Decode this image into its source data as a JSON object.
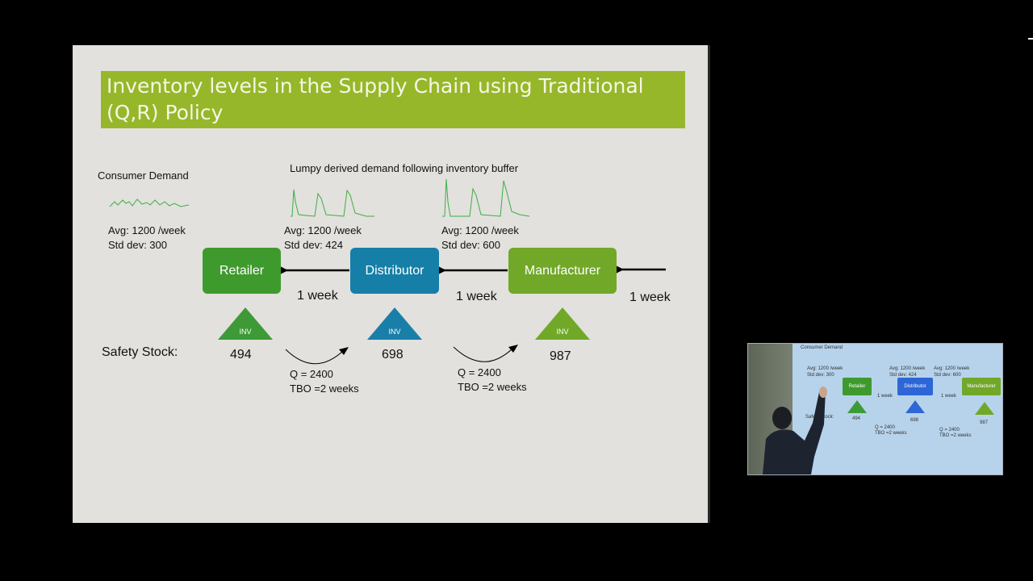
{
  "slide": {
    "title": "Inventory levels in the Supply Chain using Traditional (Q,R) Policy",
    "consumer_demand_label": "Consumer Demand",
    "lumpy_label": "Lumpy derived demand following inventory buffer",
    "stats": [
      {
        "avg": "Avg: 1200 /week",
        "std": "Std dev: 300"
      },
      {
        "avg": "Avg: 1200 /week",
        "std": "Std dev: 424"
      },
      {
        "avg": "Avg: 1200 /week",
        "std": "Std dev: 600"
      }
    ],
    "nodes": {
      "retailer": "Retailer",
      "distributor": "Distributor",
      "manufacturer": "Manufacturer"
    },
    "lead_times": [
      "1 week",
      "1 week",
      "1 week"
    ],
    "safety_stock_label": "Safety Stock:",
    "inv_label": "INV",
    "safety_stock_values": [
      "494",
      "698",
      "987"
    ],
    "orders": [
      {
        "q": "Q = 2400",
        "tbo": "TBO =2 weeks"
      },
      {
        "q": "Q = 2400",
        "tbo": "TBO =2 weeks"
      }
    ],
    "colors": {
      "title_bar": "#97b72a",
      "retailer": "#3f9a2d",
      "distributor": "#157fa8",
      "manufacturer": "#71a828",
      "triangle_green": "#3d9a36",
      "triangle_blue": "#1a7fa8"
    }
  },
  "webcam": {
    "mini_labels": {
      "consumer_demand": "Consumer Demand",
      "stat1": "Avg: 1200 /week",
      "std1": "Std dev: 300",
      "stat2": "Avg: 1200 /week",
      "std2": "Std dev: 424",
      "stat3": "Avg: 1200 /week",
      "std3": "Std dev: 600",
      "retailer": "Retailer",
      "distributor": "Distributor",
      "manufacturer": "Manufacturer",
      "week1": "1 week",
      "week2": "1 week",
      "safety": "Safety Stock:",
      "v1": "494",
      "v2": "698",
      "v3": "987",
      "q1": "Q = 2400",
      "tbo1": "TBO =2 weeks",
      "q2": "Q = 2400",
      "tbo2": "TBO =2 weeks"
    }
  }
}
